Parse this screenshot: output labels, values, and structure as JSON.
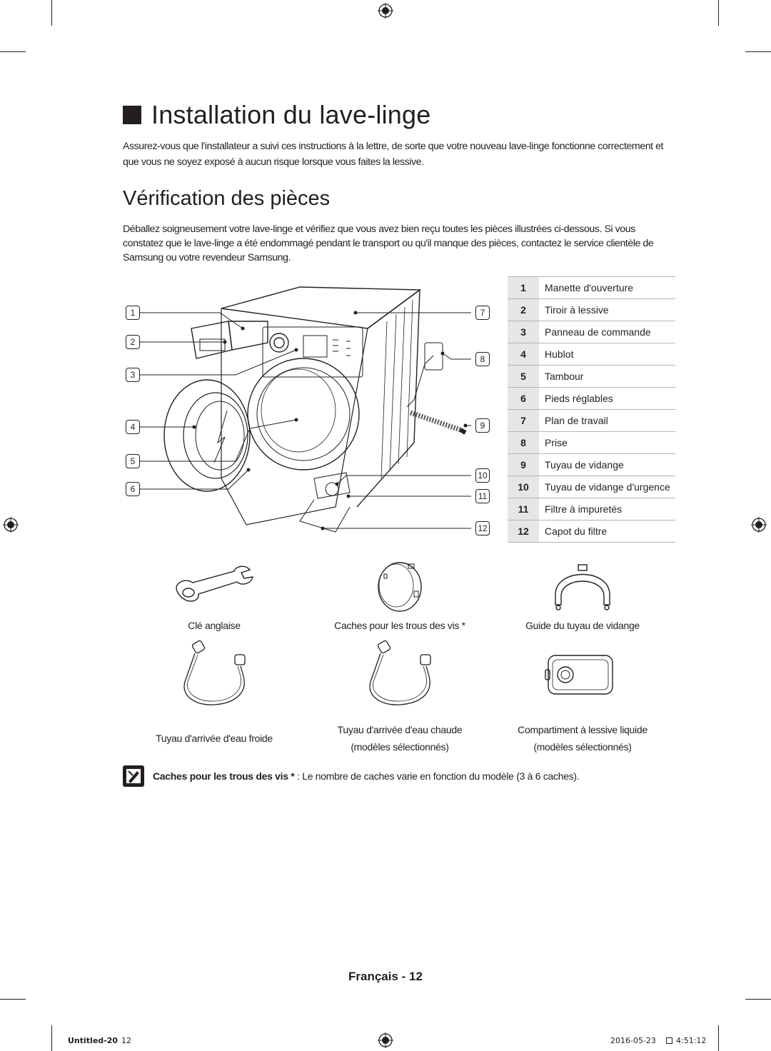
{
  "page": {
    "title": "Installation du lave-linge",
    "intro": "Assurez-vous que l'installateur a suivi ces instructions à la lettre, de sorte que votre nouveau lave-linge fonctionne correctement et que vous ne soyez exposé à aucun risque lorsque vous faites la lessive.",
    "subtitle": "Vérification des pièces",
    "check_text": "Déballez soigneusement votre lave-linge et vérifiez que vous avez bien reçu toutes les pièces illustrées ci-dessous. Si vous constatez que le lave-linge a été endommagé pendant le transport ou qu'il manque des pièces, contactez le service clientèle de Samsung ou votre revendeur Samsung."
  },
  "callouts_left": [
    "1",
    "2",
    "3",
    "4",
    "5",
    "6"
  ],
  "callouts_right": [
    "7",
    "8",
    "9",
    "10",
    "11",
    "12"
  ],
  "parts": [
    {
      "num": "1",
      "label": "Manette d'ouverture"
    },
    {
      "num": "2",
      "label": "Tiroir à lessive"
    },
    {
      "num": "3",
      "label": "Panneau de commande"
    },
    {
      "num": "4",
      "label": "Hublot"
    },
    {
      "num": "5",
      "label": "Tambour"
    },
    {
      "num": "6",
      "label": "Pieds réglables"
    },
    {
      "num": "7",
      "label": "Plan de travail"
    },
    {
      "num": "8",
      "label": "Prise"
    },
    {
      "num": "9",
      "label": "Tuyau de vidange"
    },
    {
      "num": "10",
      "label": "Tuyau de vidange d'urgence"
    },
    {
      "num": "11",
      "label": "Filtre à impuretés"
    },
    {
      "num": "12",
      "label": "Capot du filtre"
    }
  ],
  "accessories": {
    "wrench": "Clé anglaise",
    "caps": "Caches pour les trous des vis *",
    "guide": "Guide du tuyau de vidange",
    "cold_hose": "Tuyau d'arrivée d'eau froide",
    "hot_hose_1": "Tuyau d'arrivée d'eau chaude",
    "hot_hose_2": "(modèles sélectionnés)",
    "liquid_1": "Compartiment à lessive liquide",
    "liquid_2": "(modèles sélectionnés)"
  },
  "note": {
    "bold": "Caches pour les trous des vis *",
    "text": " : Le nombre de caches varie en fonction du modèle (3 à 6 caches)."
  },
  "footer": {
    "lang": "Français - 12",
    "file": "Untitled-20",
    "file_page": "12",
    "date": "2016-05-23",
    "time": "4:51:12"
  },
  "icons": [
    "registration-mark-icon",
    "note-icon"
  ]
}
